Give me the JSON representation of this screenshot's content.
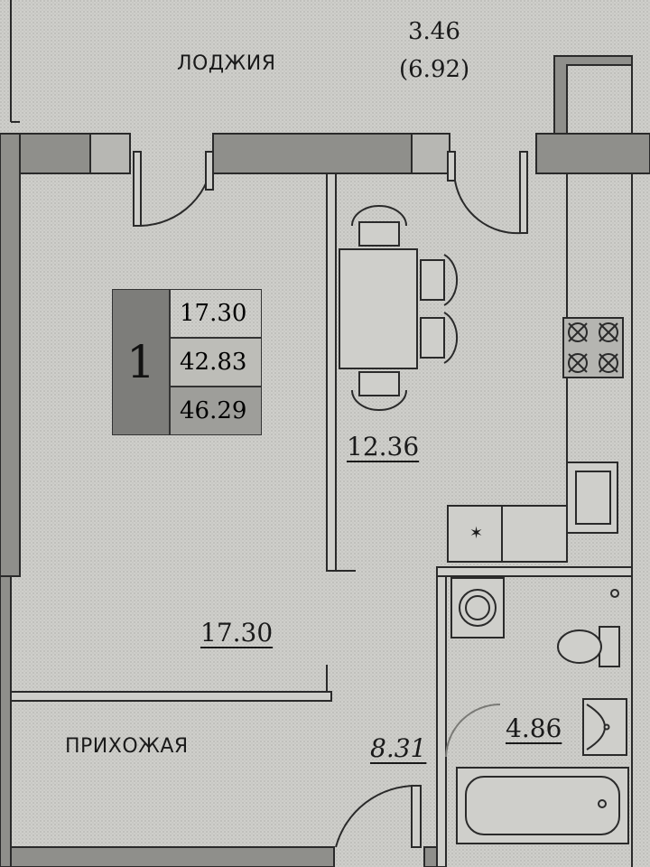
{
  "rooms": {
    "loggia": {
      "name": "ЛОДЖИЯ",
      "area": "3.46",
      "area_alt": "(6.92)"
    },
    "living": {
      "area": "17.30"
    },
    "kitchen": {
      "area": "12.36"
    },
    "hall": {
      "name": "ПРИХОЖАЯ",
      "area": "8.31"
    },
    "bath": {
      "area": "4.86"
    }
  },
  "summary": {
    "rooms_count": "1",
    "living_area": "17.30",
    "total_area": "42.83",
    "total_with_loggia": "46.29"
  },
  "appliances": {
    "stove_label": "stove-icon",
    "kitchen_mark": "✶"
  },
  "colors": {
    "wall": "#8a8a87",
    "floor": "#cfcfcb",
    "line": "#2a2a2a"
  }
}
